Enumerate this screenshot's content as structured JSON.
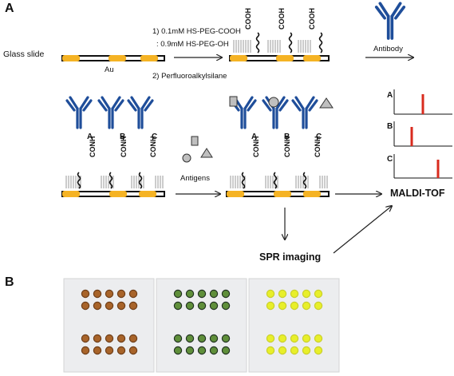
{
  "panels": {
    "a": "A",
    "b": "B"
  },
  "step1": {
    "substrate_label": "Glass slide",
    "metal_label": "Au",
    "reagent_1": "1) 0.1mM HS-PEG-COOH",
    "reagent_1b": ": 0.9mM HS-PEG-OH",
    "reagent_2": "2) Perfluoroalkylsilane",
    "terminal_group": "COOH"
  },
  "step2": {
    "reagent": "Antibody"
  },
  "step3": {
    "linker_group": "CONH",
    "antibody_labels": [
      "A",
      "B",
      "C"
    ],
    "reagent": "Antigens"
  },
  "detection": {
    "maldi": "MALDI-TOF",
    "spr": "SPR imaging",
    "spectra_labels": [
      "A",
      "B",
      "C"
    ]
  },
  "colors": {
    "gold": "#f5b324",
    "antibody": "#1f4e9a",
    "peak": "#d92b1e",
    "antigen_fill": "#bfbfbf",
    "spot_brown": "#a8642a",
    "spot_green": "#5f8f3a",
    "spot_yellow": "#e8ef2a"
  },
  "icons": [
    "antibody-icon",
    "square-antigen-icon",
    "circle-antigen-icon",
    "triangle-antigen-icon",
    "arrow-icon",
    "spectrum-peak-icon"
  ]
}
